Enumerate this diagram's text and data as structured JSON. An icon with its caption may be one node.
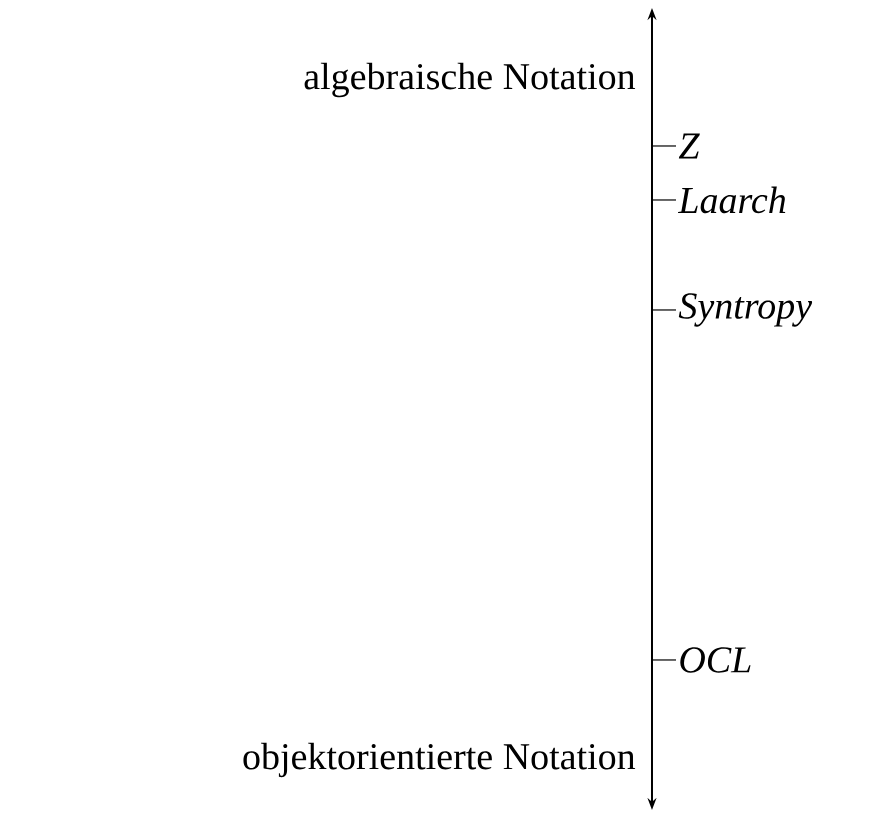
{
  "diagram": {
    "labels": [
      "algebraische Notation",
      "Z",
      "Laarch",
      "Syntropy",
      "OCL",
      "objektorientierte Notation"
    ]
  }
}
